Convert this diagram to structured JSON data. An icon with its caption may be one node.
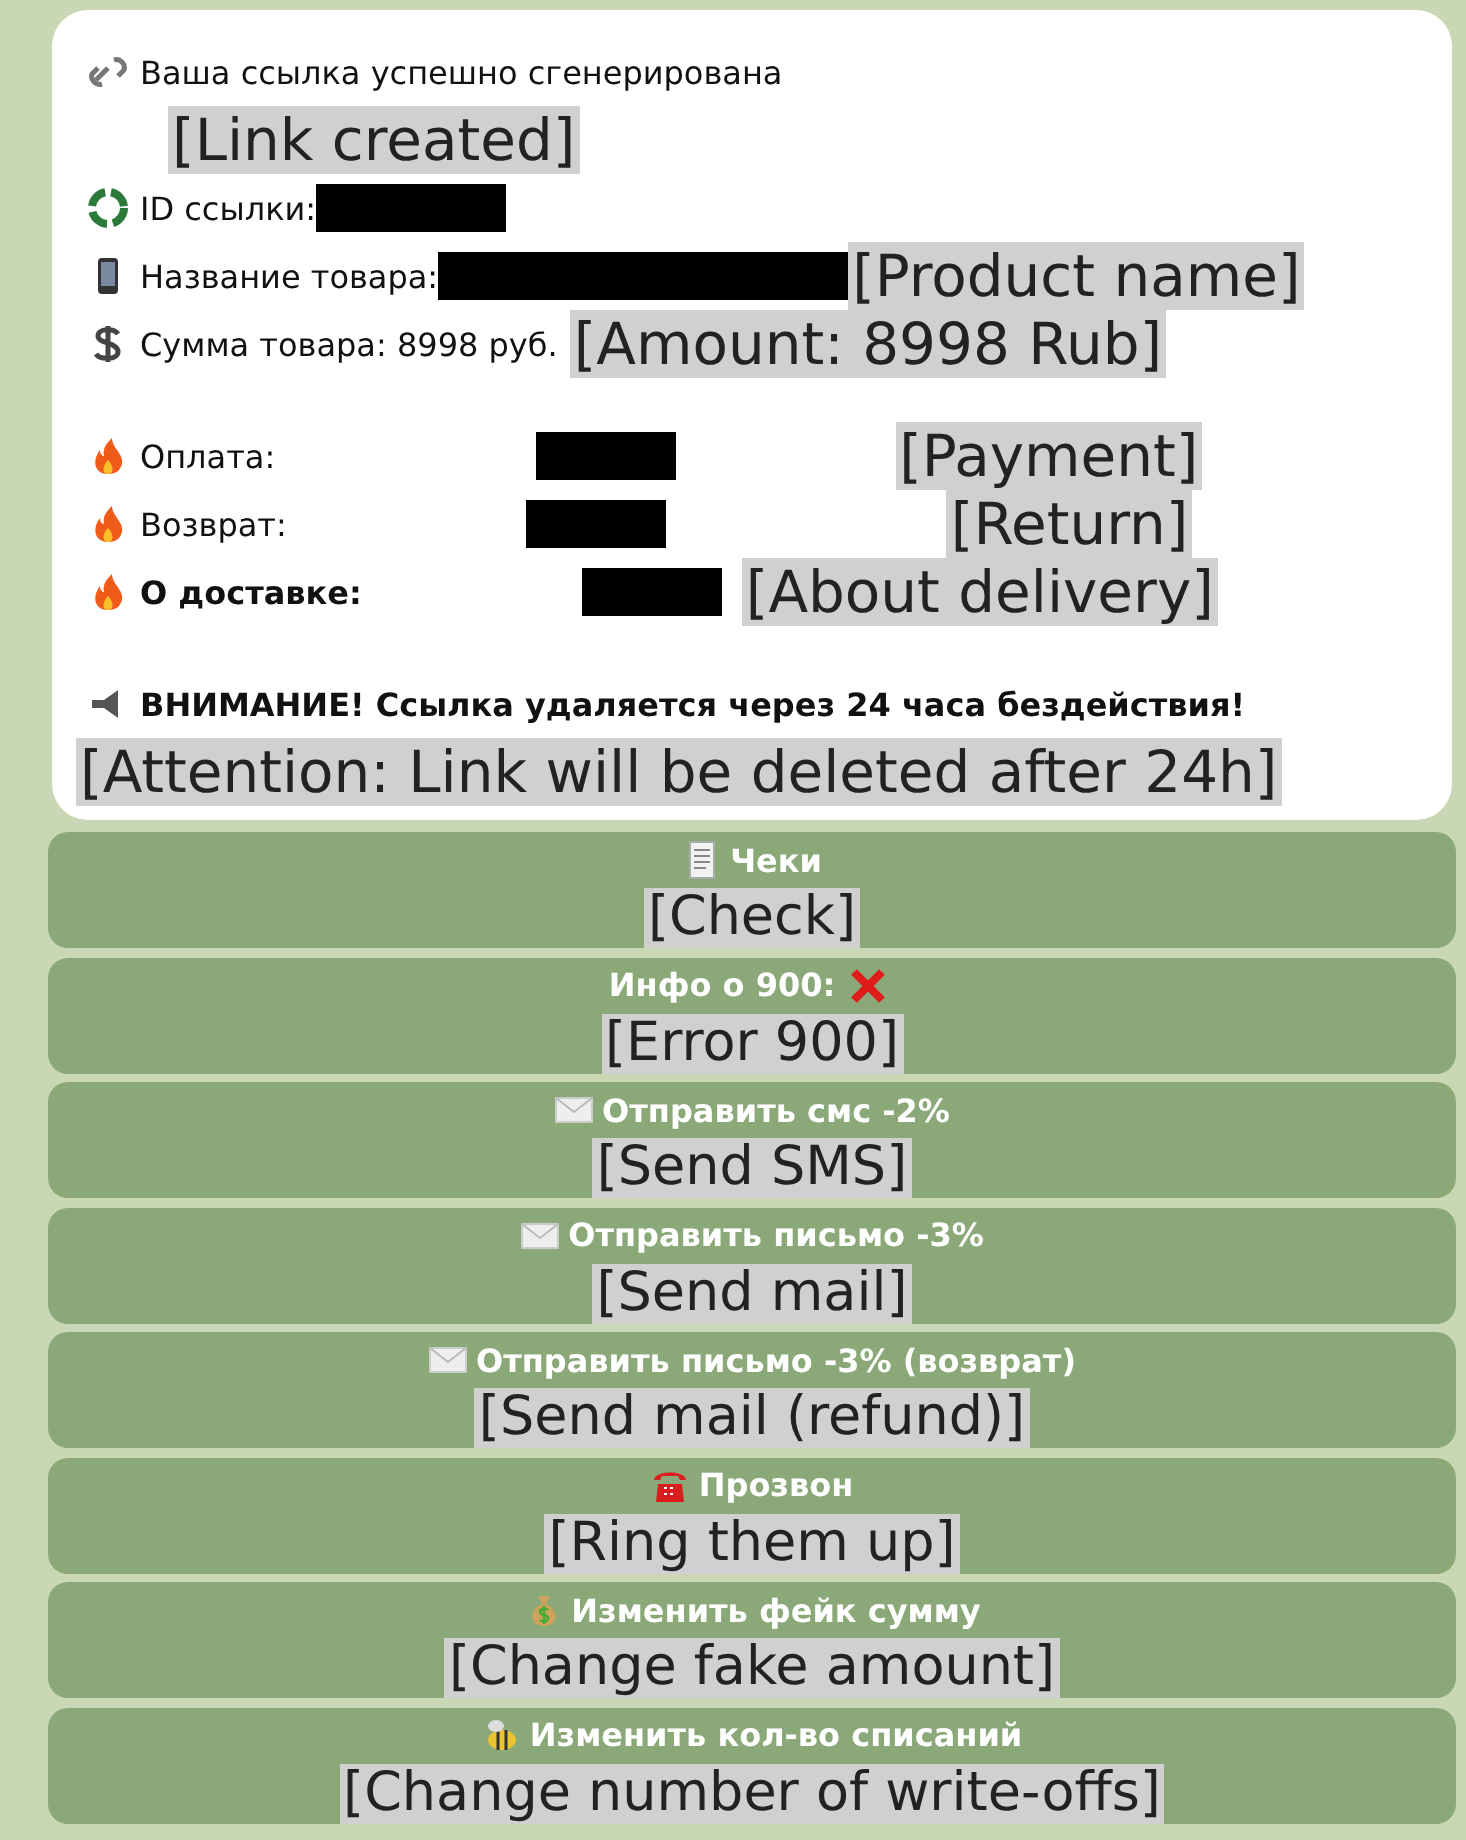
{
  "diagram": {
    "nodes": [
      {
        "text": [
          "Ваша ссылка успешно сгенерирована",
          "[Link created]",
          "ID ссылки:",
          "Название товара:",
          "[Product name]",
          "Сумма товара: 8998 руб.",
          "[Amount: 8998 Rub]",
          "Оплата:",
          "[Payment]",
          "Возврат:",
          "[Return]",
          "О доставке:",
          "[About delivery]",
          "ВНИМАНИЕ! Ссылка удаляется через 24 часа бездействия!",
          "[Attention: Link will be deleted after 24h]"
        ]
      },
      {
        "text": [
          "Чеки",
          "[Check]"
        ]
      },
      {
        "text": [
          "Инфо о 900:",
          "[Error 900]"
        ]
      },
      {
        "text": [
          "Отправить смс -2%",
          "[Send SMS]"
        ]
      },
      {
        "text": [
          "Отправить письмо -3%",
          "[Send mail]"
        ]
      },
      {
        "text": [
          "Отправить письмо -3% (возврат)",
          "[Send mail (refund)]"
        ]
      },
      {
        "text": [
          "Прозвон",
          "[Ring them up]"
        ]
      },
      {
        "text": [
          "Изменить фейк сумму",
          "[Change fake amount]"
        ]
      },
      {
        "text": [
          "Изменить кол-во списаний",
          "[Change number of write-offs]"
        ]
      }
    ]
  }
}
